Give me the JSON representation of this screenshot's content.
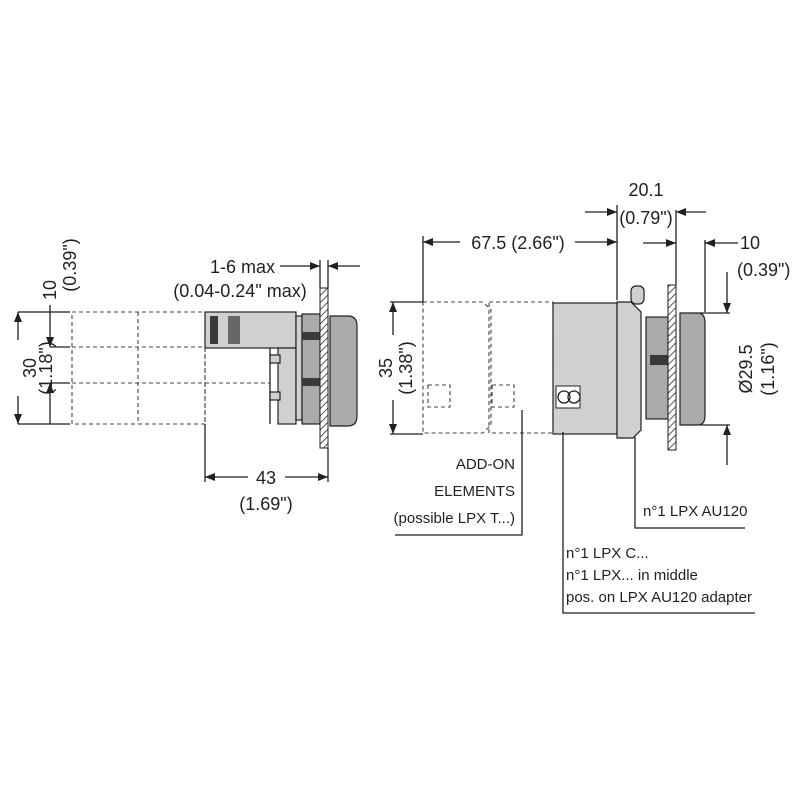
{
  "colors": {
    "line": "#231f20",
    "body": "#d0d0d2",
    "button": "#a9aaac"
  },
  "side_view": {
    "dim_height": "30",
    "dim_height_in": "(1.18\")",
    "dim_module": "10",
    "dim_module_in": "(0.39\")",
    "dim_panel": "1-6 max",
    "dim_panel_in": "(0.04-0.24\" max)",
    "dim_depth": "43",
    "dim_depth_in": "(1.69\")"
  },
  "front_view": {
    "dim_length": "67.5 (2.66\")",
    "dim_adapter": "20.1",
    "dim_adapter_in": "(0.79\")",
    "dim_button": "10",
    "dim_button_in": "(0.39\")",
    "dim_diameter": "Ø29.5",
    "dim_diameter_in": "(1.16\")",
    "dim_height": "35",
    "dim_height_in": "(1.38\")"
  },
  "callouts": {
    "addon": [
      "ADD-ON",
      "ELEMENTS",
      "(possible LPX T...)"
    ],
    "adapter": "n°1 LPX AU120",
    "contact": [
      "n°1 LPX C...",
      "n°1 LPX... in middle",
      "pos. on LPX AU120 adapter"
    ]
  }
}
